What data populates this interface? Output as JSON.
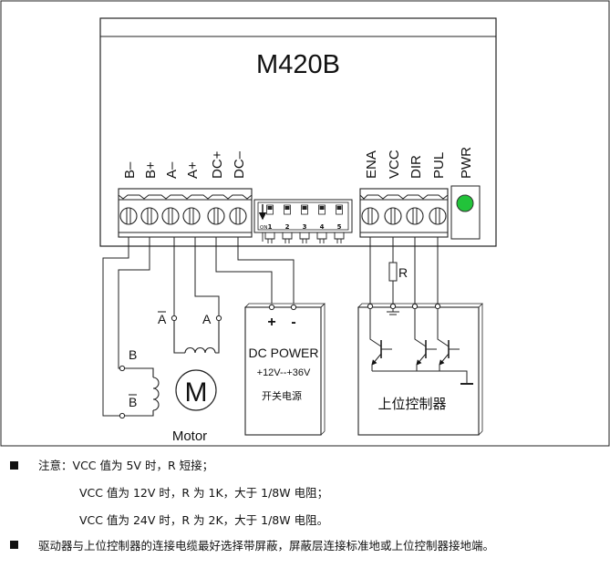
{
  "driver": {
    "model": "M420B",
    "left_terminals": [
      "B–",
      "B+",
      "A–",
      "A+",
      "DC+",
      "DC–"
    ],
    "dip_switch": {
      "on_label": "ON",
      "positions": [
        "1",
        "2",
        "3",
        "4",
        "5"
      ]
    },
    "right_terminals": [
      "ENA",
      "VCC",
      "DIR",
      "PUL"
    ],
    "power_led": {
      "label": "PWR",
      "color": "#22c33a"
    }
  },
  "motor": {
    "label": "Motor",
    "symbol": "M",
    "phase_labels": {
      "a_bar": "A",
      "a": "A",
      "b": "B",
      "b_bar": "B"
    }
  },
  "power_supply": {
    "plus": "+",
    "minus": "-",
    "title": "DC POWER",
    "voltage": "+12V--+36V",
    "type": "开关电源"
  },
  "controller": {
    "resistor_label": "R",
    "title": "上位控制器"
  },
  "notes": {
    "prefix": "注意：",
    "lines": [
      "VCC 值为 5V 时，R 短接；",
      "VCC 值为 12V 时，R 为 1K，大于 1/8W 电阻；",
      "VCC 值为 24V 时，R 为 2K，大于 1/8W 电阻。"
    ],
    "cable_note": "驱动器与上位控制器的连接电缆最好选择带屏蔽，屏蔽层连接标准地或上位控制器接地端。"
  }
}
